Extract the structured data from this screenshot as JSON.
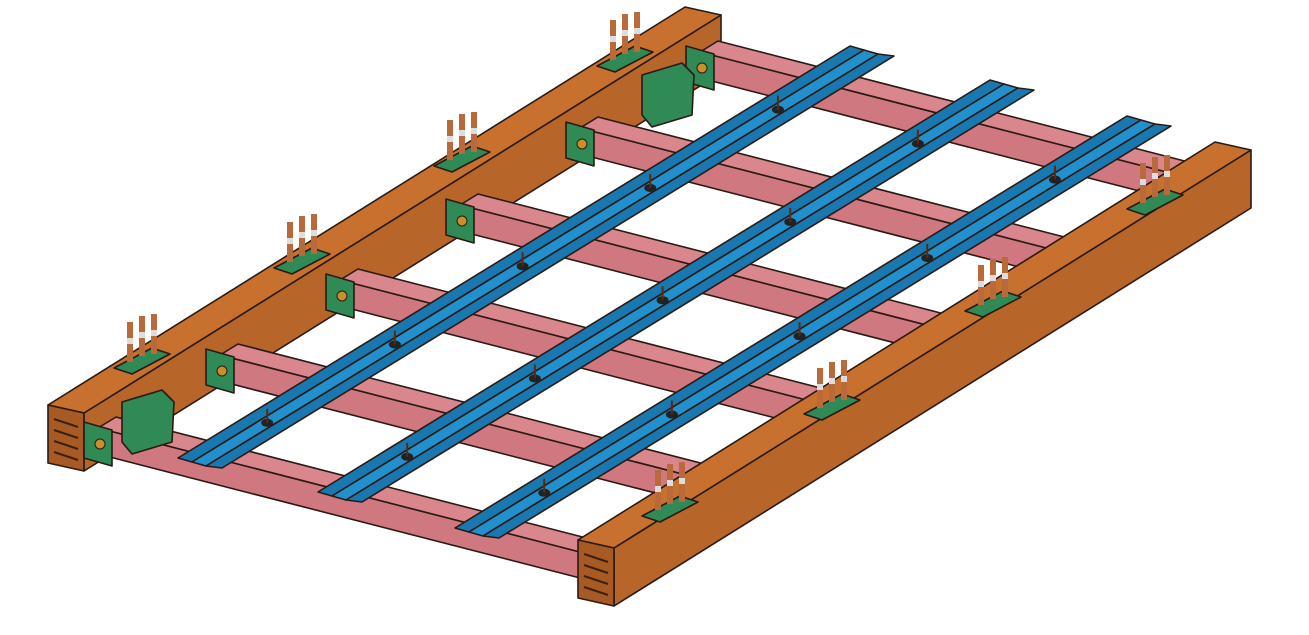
{
  "model": {
    "colors": {
      "main_beam_top": "#c8702e",
      "main_beam_side": "#b8652a",
      "main_beam_end": "#a85a24",
      "cross_beam_top": "#d9868c",
      "cross_beam_side": "#cf7880",
      "rail_light": "#2290cc",
      "rail_dark": "#1a78b0",
      "plate": "#2f8a55",
      "bolt": "#b86a3a",
      "outline": "#2a1a14"
    },
    "counts": {
      "main_beams": 2,
      "cross_beams": 6,
      "rails": 3
    }
  }
}
